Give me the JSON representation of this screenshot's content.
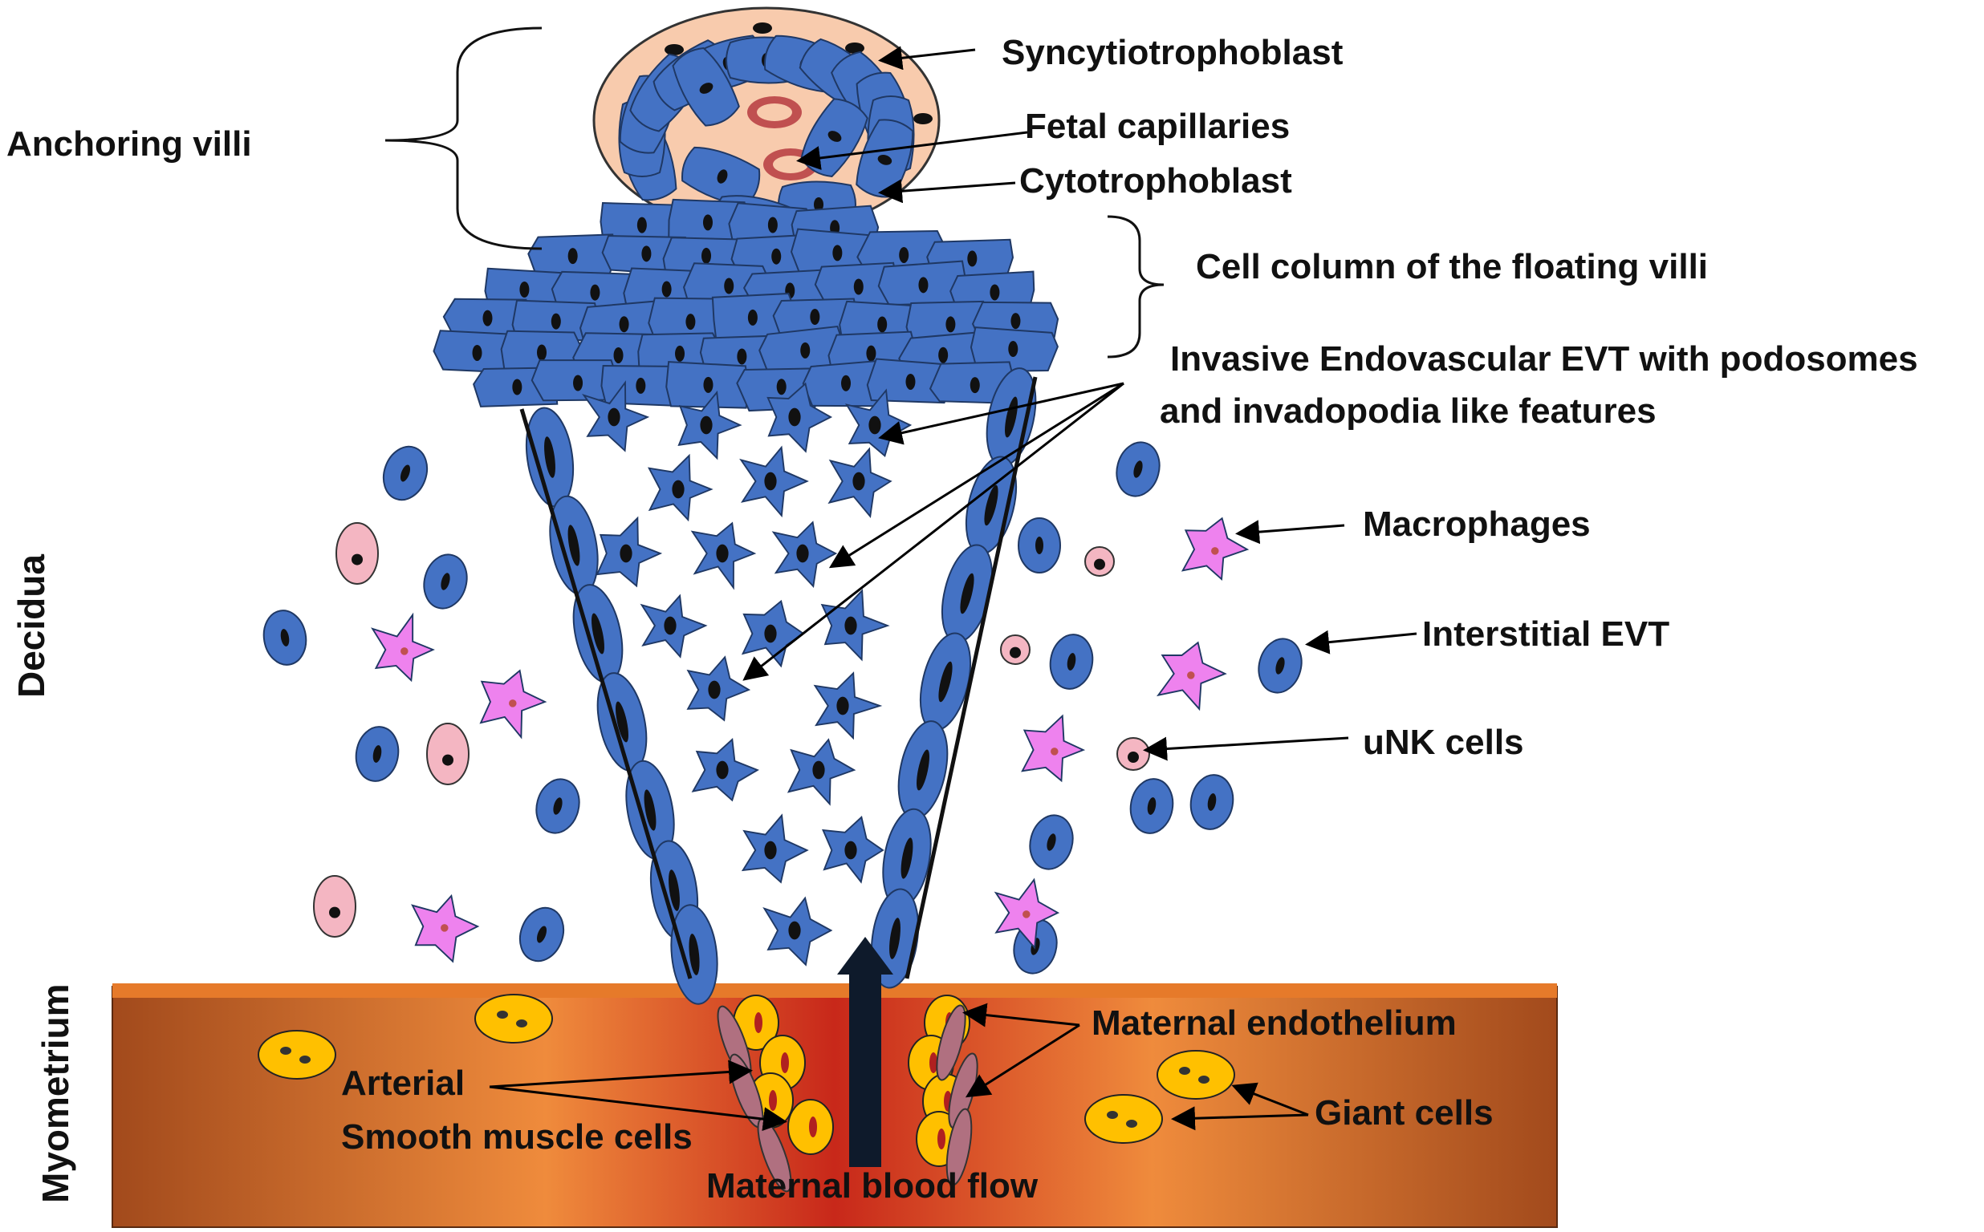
{
  "labels": {
    "anchoring_villi": "Anchoring villi",
    "syncytiotrophoblast": "Syncytiotrophoblast",
    "fetal_capillaries": "Fetal capillaries",
    "cytotrophoblast": "Cytotrophoblast",
    "cell_column": "Cell column of the floating villi",
    "invasive_line1": "Invasive Endovascular EVT with podosomes",
    "invasive_line2": "and invadopodia like features",
    "macrophages": "Macrophages",
    "interstitial_evt": "Interstitial EVT",
    "unk_cells": "uNK cells",
    "maternal_endothelium": "Maternal endothelium",
    "giant_cells": "Giant cells",
    "arterial_line1": "Arterial",
    "arterial_line2": "Smooth muscle cells",
    "maternal_blood_flow": "Maternal blood flow",
    "decidua": "Decidua",
    "myometrium": "Myometrium"
  },
  "colors": {
    "trophoblast": "#4472c4",
    "trophoblast_outline": "#1f3864",
    "syncytium": "#f8cbad",
    "macrophage": "#ee82ee",
    "unk": "#f4b6c2",
    "giant": "#ffc000",
    "myometrium_edge": "#a0481c",
    "myometrium_center": "#c0301a",
    "myometrium_light": "#ef8b3c"
  }
}
